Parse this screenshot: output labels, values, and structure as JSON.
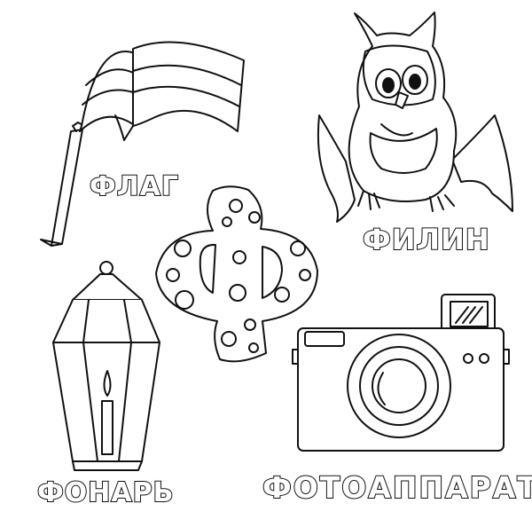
{
  "words": {
    "flag": "ФЛАГ",
    "owl": "ФИЛИН",
    "lantern": "ФОНАРЬ",
    "camera": "ФОТОАППАРАТ"
  },
  "icons": {
    "flag": "flag-icon",
    "owl": "owl-icon",
    "letter": "letter-f-icon",
    "lantern": "lantern-icon",
    "camera": "camera-icon"
  },
  "colors": {
    "line": "#111111",
    "fill": "#ffffff"
  }
}
